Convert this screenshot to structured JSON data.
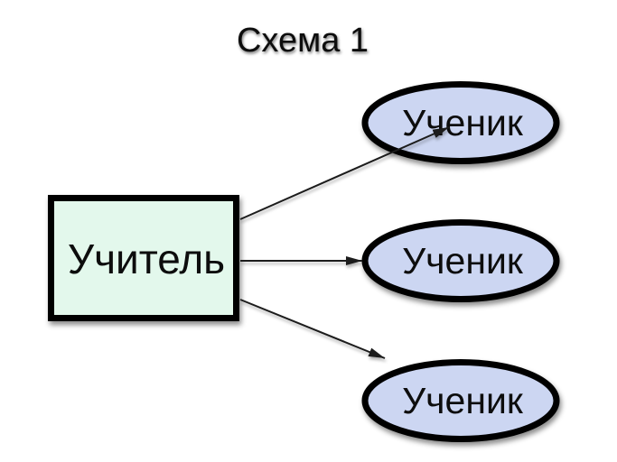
{
  "title": "Схема 1",
  "colors": {
    "background": "#ffffff",
    "teacher_fill": "#e3f8ec",
    "student_fill": "#ccd6f2",
    "outline": "#000000",
    "arrow": "#1c1c1c",
    "text": "#0a0a0a"
  },
  "nodes": {
    "teacher": {
      "label": "Учитель",
      "shape": "rectangle"
    },
    "students": [
      {
        "label": "Ученик",
        "shape": "ellipse",
        "position": "top"
      },
      {
        "label": "Ученик",
        "shape": "ellipse",
        "position": "middle"
      },
      {
        "label": "Ученик",
        "shape": "ellipse",
        "position": "bottom"
      }
    ]
  },
  "edges": [
    {
      "from": "teacher",
      "to": "student-top",
      "style": "arrow"
    },
    {
      "from": "teacher",
      "to": "student-middle",
      "style": "arrow"
    },
    {
      "from": "teacher",
      "to": "student-bottom",
      "style": "arrow"
    }
  ]
}
